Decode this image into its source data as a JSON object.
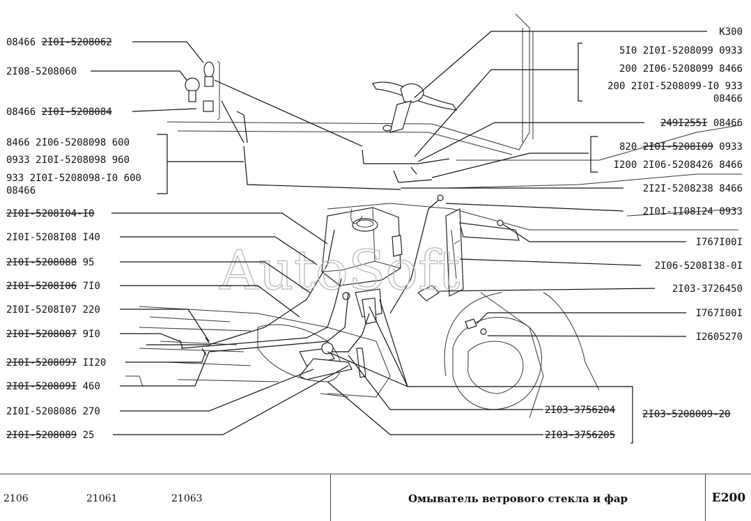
{
  "watermark": "AutoSoft",
  "diagram": {
    "left_labels": [
      {
        "parts": [
          {
            "t": "08466 "
          },
          {
            "t": "2I0I-5208062",
            "strike": true
          }
        ]
      },
      {
        "parts": [
          {
            "t": "2I08-5208060"
          }
        ]
      },
      {
        "parts": [
          {
            "t": "08466 "
          },
          {
            "t": "2I0I-5208084",
            "strike": true
          }
        ]
      },
      {
        "parts": [
          {
            "t": "8466 2I06-5208098 600"
          }
        ]
      },
      {
        "parts": [
          {
            "t": "0933 2I0I-5208098 960"
          }
        ]
      },
      {
        "parts": [
          {
            "t": "933 2I0I-5208098-I0 600"
          }
        ]
      },
      {
        "parts": [
          {
            "t": "08466"
          }
        ]
      },
      {
        "parts": [
          {
            "t": "2I0I-5208I04-I0",
            "strike": true
          }
        ]
      },
      {
        "parts": [
          {
            "t": "2I0I-5208I08 I40"
          }
        ]
      },
      {
        "parts": [
          {
            "t": "2I0I-5208088",
            "strike": true
          },
          {
            "t": " 95"
          }
        ]
      },
      {
        "parts": [
          {
            "t": "2I0I-5208I06",
            "strike": true
          },
          {
            "t": " 7I0"
          }
        ]
      },
      {
        "parts": [
          {
            "t": "2I0I-5208I07 220"
          }
        ]
      },
      {
        "parts": [
          {
            "t": "2I0I-5208087",
            "strike": true
          },
          {
            "t": " 9I0"
          }
        ]
      },
      {
        "parts": [
          {
            "t": "2I0I-5208097",
            "strike": true
          },
          {
            "t": " II20"
          }
        ]
      },
      {
        "parts": [
          {
            "t": "2I0I-520809I",
            "strike": true
          },
          {
            "t": " 460"
          }
        ]
      },
      {
        "parts": [
          {
            "t": "2I0I-5208086 270"
          }
        ]
      },
      {
        "parts": [
          {
            "t": "2I0I-5208089",
            "strike": true
          },
          {
            "t": " 25"
          }
        ]
      }
    ],
    "right_labels": [
      {
        "parts": [
          {
            "t": "K300"
          }
        ]
      },
      {
        "parts": [
          {
            "t": "5I0   2I0I-5208099 0933"
          }
        ]
      },
      {
        "parts": [
          {
            "t": "200   2I06-5208099 8466"
          }
        ]
      },
      {
        "parts": [
          {
            "t": "200 2I0I-5208099-I0 933"
          }
        ]
      },
      {
        "parts": [
          {
            "t": "08466"
          }
        ]
      },
      {
        "parts": [
          {
            "t": "249I255I",
            "strike": true
          },
          {
            "t": " 08466"
          }
        ]
      },
      {
        "parts": [
          {
            "t": "820 "
          },
          {
            "t": "2I0I-5208I09",
            "strike": true
          },
          {
            "t": " 0933"
          }
        ]
      },
      {
        "parts": [
          {
            "t": "I200 2I06-5208426 8466"
          }
        ]
      },
      {
        "parts": [
          {
            "t": "2I2I-5208238 8466"
          }
        ]
      },
      {
        "parts": [
          {
            "t": "2I0I-II08I24 0933"
          }
        ]
      },
      {
        "parts": [
          {
            "t": "I767I00I"
          }
        ]
      },
      {
        "parts": [
          {
            "t": "2I06-5208I38-0I"
          }
        ]
      },
      {
        "parts": [
          {
            "t": "2I03-3726450"
          }
        ]
      },
      {
        "parts": [
          {
            "t": "I767I00I"
          }
        ]
      },
      {
        "parts": [
          {
            "t": "I2605270"
          }
        ]
      },
      {
        "parts": [
          {
            "t": "2I03-3756204",
            "strike": true
          }
        ]
      },
      {
        "parts": [
          {
            "t": "2I03-3756205",
            "strike": true
          }
        ]
      },
      {
        "parts": [
          {
            "t": "2I03-5208009-20",
            "strike": true
          }
        ]
      }
    ]
  },
  "footer": {
    "models": [
      "2106",
      "21061",
      "21063"
    ],
    "title": "Омыватель ветрового стекла и фар",
    "code": "E200"
  }
}
